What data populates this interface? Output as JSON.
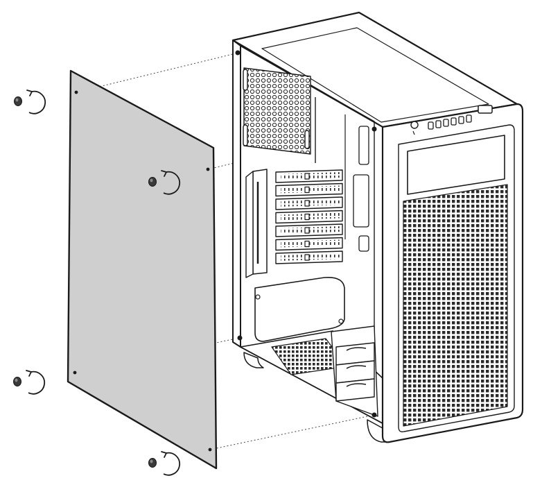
{
  "diagram": {
    "kind": "assembly-illustration",
    "subject": "pc-tower-case-side-panel-removal",
    "colors": {
      "line": "#1a1a1a",
      "panel_fill": "#cfcfcf",
      "case_fill": "#ffffff",
      "mesh": "#2a2a2a",
      "screw": "#3a3a3a"
    },
    "screws": [
      {
        "id": "screw-top-left",
        "rotation": "counter-clockwise"
      },
      {
        "id": "screw-mid-right",
        "rotation": "counter-clockwise"
      },
      {
        "id": "screw-bottom-left",
        "rotation": "counter-clockwise"
      },
      {
        "id": "screw-bottom-right",
        "rotation": "counter-clockwise"
      }
    ],
    "expansion_slots": 7,
    "front_io_buttons": 6
  }
}
